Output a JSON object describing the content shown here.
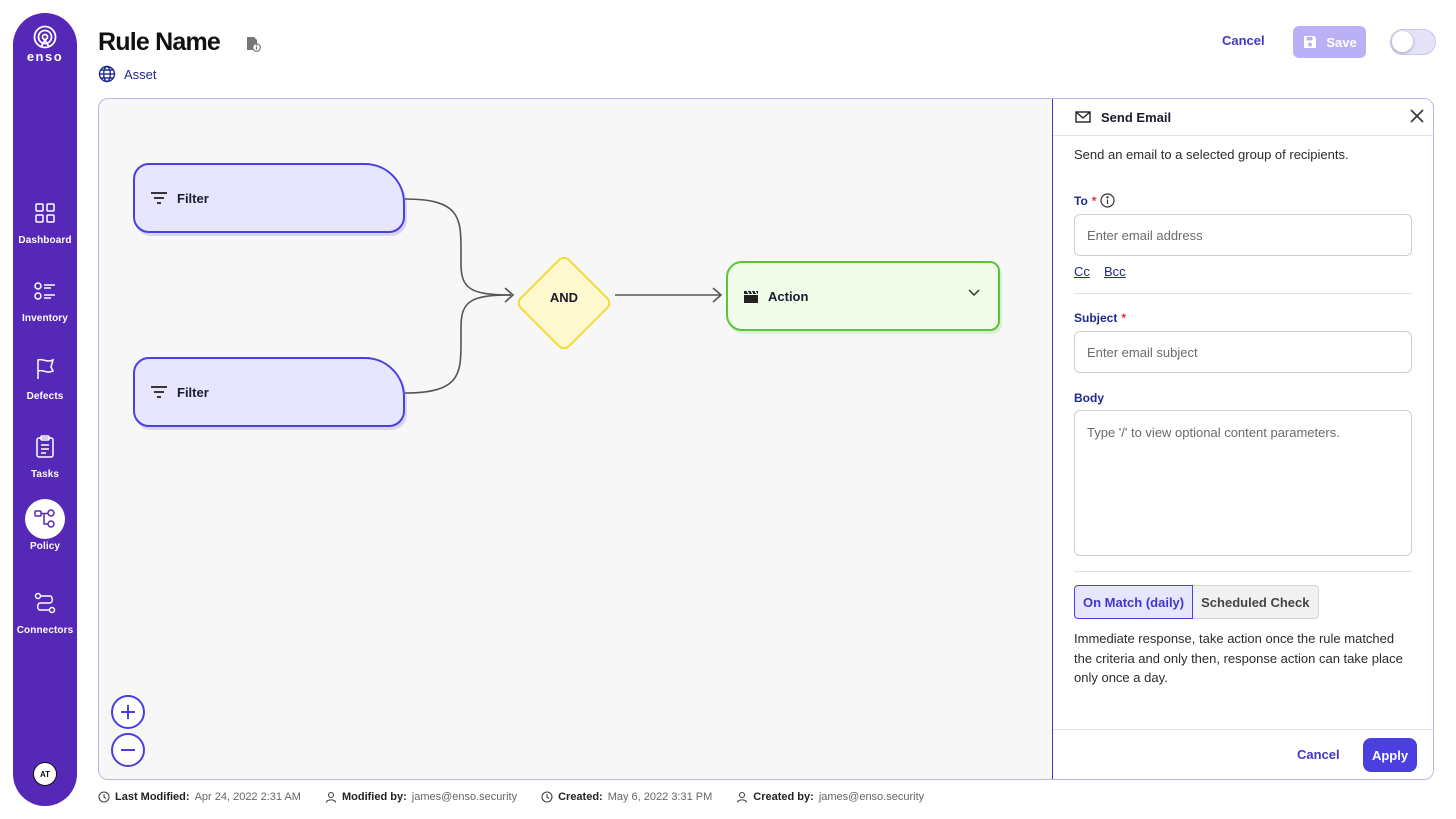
{
  "sidebar": {
    "logo_text": "enso",
    "items": [
      {
        "label": "Dashboard",
        "icon": "dashboard-icon"
      },
      {
        "label": "Inventory",
        "icon": "inventory-icon"
      },
      {
        "label": "Defects",
        "icon": "flag-icon"
      },
      {
        "label": "Tasks",
        "icon": "clipboard-icon"
      },
      {
        "label": "Policy",
        "icon": "policy-icon",
        "active": true
      },
      {
        "label": "Connectors",
        "icon": "connectors-icon"
      }
    ],
    "avatar": "AT",
    "color": "#5528b8"
  },
  "header": {
    "title": "Rule Name",
    "subtitle": "Asset",
    "cancel_label": "Cancel",
    "save_label": "Save"
  },
  "canvas": {
    "nodes": {
      "filter1": "Filter",
      "filter2": "Filter",
      "and": "AND",
      "action": "Action"
    }
  },
  "panel": {
    "title": "Send Email",
    "description": "Send an email to a selected group of recipients.",
    "to_label": "To",
    "to_placeholder": "Enter email address",
    "cc_label": "Cc",
    "bcc_label": "Bcc",
    "subject_label": "Subject",
    "subject_placeholder": "Enter email subject",
    "body_label": "Body",
    "body_placeholder": "Type '/' to view optional content parameters.",
    "tabs": [
      "On Match (daily)",
      "Scheduled Check"
    ],
    "tab_description": "Immediate response, take action once the rule matched the criteria and only then, response action can take place only once a day.",
    "cancel_label": "Cancel",
    "apply_label": "Apply"
  },
  "footer": {
    "last_modified_label": "Last Modified:",
    "last_modified_value": "Apr 24, 2022 2:31 AM",
    "modified_by_label": "Modified by:",
    "modified_by_value": "james@enso.security",
    "created_label": "Created:",
    "created_value": "May 6, 2022 3:31 PM",
    "created_by_label": "Created by:",
    "created_by_value": "james@enso.security"
  },
  "colors": {
    "accent": "#4b3fe0",
    "filter_node": "#e8e6ff",
    "and_node": "#fff9cf",
    "action_node": "#f1fce9"
  }
}
